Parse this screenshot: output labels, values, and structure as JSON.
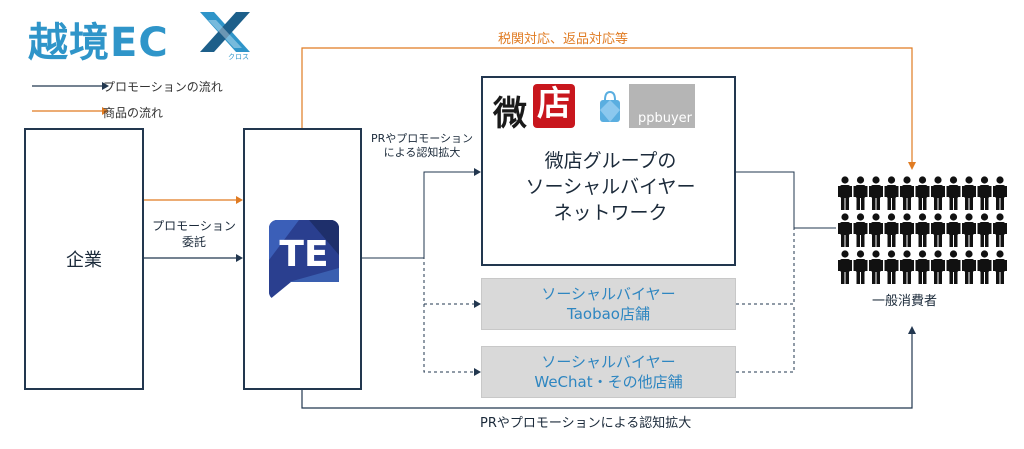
{
  "logo": {
    "text": "越境EC",
    "x_glyph": "X",
    "sub": "クロス"
  },
  "legend": {
    "promotion_flow": "プロモーションの流れ",
    "product_flow": "商品の流れ"
  },
  "colors": {
    "promotion": "#22374f",
    "product": "#e07b22",
    "accent": "#2f95c9"
  },
  "enterprise": {
    "label": "企業"
  },
  "commission_label": {
    "line1": "プロモーション",
    "line2": "委託"
  },
  "pr_label_top": {
    "line1": "PRやプロモーション",
    "line2": "による認知拡大"
  },
  "customs_label": "税関対応、返品対応等",
  "weidian": {
    "logo_char_1": "微",
    "logo_char_2": "店",
    "ppbuyer": "ppbuyer",
    "line1": "微店グループの",
    "line2": "ソーシャルバイヤー",
    "line3": "ネットワーク"
  },
  "taobao_box": {
    "line1": "ソーシャルバイヤー",
    "line2": "Taobao店舗"
  },
  "wechat_box": {
    "line1": "ソーシャルバイヤー",
    "line2": "WeChat・その他店舗"
  },
  "consumers": {
    "label": "一般消費者"
  },
  "pr_label_bottom": "PRやプロモーションによる認知拡大",
  "icons": {
    "company": "te-app-icon",
    "people": "crowd-icon",
    "bag": "shopping-bag-icon"
  }
}
